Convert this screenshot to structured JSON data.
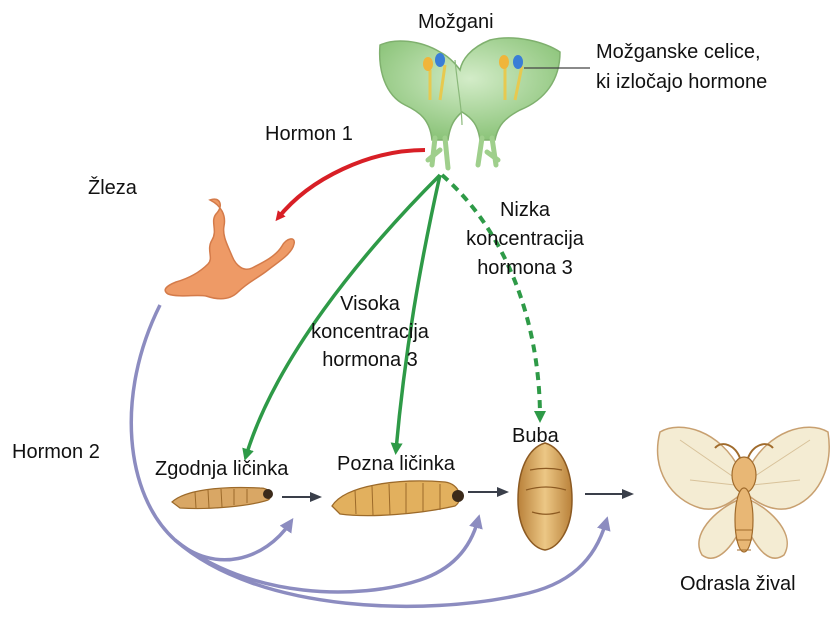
{
  "labels": {
    "brain": "Možgani",
    "brain_cells_line1": "Možganske celice,",
    "brain_cells_line2": "ki izločajo hormone",
    "hormone1": "Hormon 1",
    "gland": "Žleza",
    "hormone2": "Hormon 2",
    "high_conc_line1": "Visoka",
    "high_conc_line2": "koncentracija",
    "high_conc_line3": "hormona 3",
    "low_conc_line1": "Nizka",
    "low_conc_line2": "koncentracija",
    "low_conc_line3": "hormona 3",
    "early_larva": "Zgodnja ličinka",
    "late_larva": "Pozna ličinka",
    "pupa": "Buba",
    "adult": "Odrasla žival"
  },
  "colors": {
    "hormone1_arrow": "#d81f26",
    "hormone3_arrow": "#2e9a47",
    "hormone2_arrow": "#8c8cc0",
    "stage_arrow": "#3a3f4a",
    "brain": "#a9d49a",
    "gland": "#ee9a66",
    "larva": "#d9a765",
    "pupa": "#d6a55d",
    "moth_wing": "#f4ecd3"
  }
}
